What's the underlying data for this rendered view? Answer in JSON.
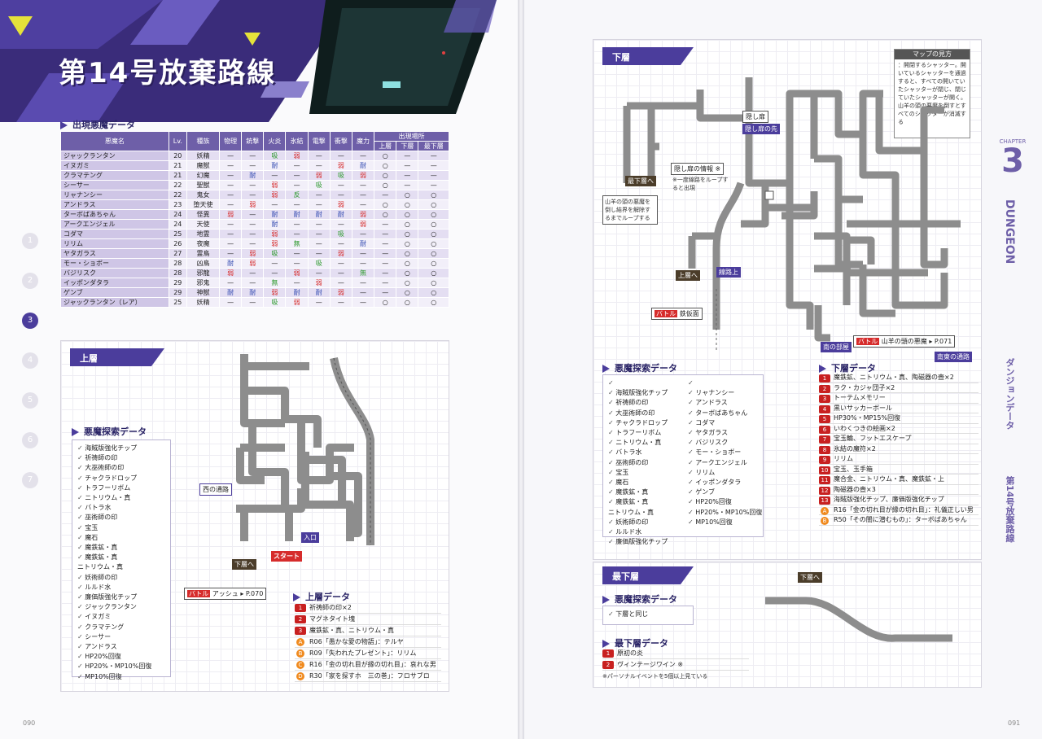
{
  "title": "第14号放棄路線",
  "appear_header": "出現悪魔データ",
  "table_headers": [
    "悪魔名",
    "Lv.",
    "種族",
    "物理",
    "銃撃",
    "火炎",
    "氷結",
    "電撃",
    "衝撃",
    "魔力",
    "出現場所",
    "上層",
    "下層",
    "最下層"
  ],
  "table_rows": [
    [
      "ジャックランタン",
      "20",
      "妖精",
      "—",
      "—",
      "吸",
      "弱",
      "—",
      "—",
      "—",
      "○",
      "—",
      "—"
    ],
    [
      "イヌガミ",
      "21",
      "魔獣",
      "—",
      "—",
      "耐",
      "—",
      "—",
      "弱",
      "耐",
      "○",
      "—",
      "—"
    ],
    [
      "クラマテング",
      "21",
      "幻魔",
      "—",
      "耐",
      "—",
      "—",
      "弱",
      "吸",
      "弱",
      "○",
      "—",
      "—"
    ],
    [
      "シーサー",
      "22",
      "聖獣",
      "—",
      "—",
      "弱",
      "—",
      "吸",
      "—",
      "—",
      "○",
      "—",
      "—"
    ],
    [
      "リャナンシー",
      "22",
      "鬼女",
      "—",
      "—",
      "弱",
      "反",
      "—",
      "—",
      "—",
      "—",
      "○",
      "○"
    ],
    [
      "アンドラス",
      "23",
      "堕天使",
      "—",
      "弱",
      "—",
      "—",
      "—",
      "弱",
      "—",
      "○",
      "○",
      "○"
    ],
    [
      "ターボばあちゃん",
      "24",
      "怪異",
      "弱",
      "—",
      "耐",
      "耐",
      "耐",
      "耐",
      "弱",
      "○",
      "○",
      "○"
    ],
    [
      "アークエンジェル",
      "24",
      "天使",
      "—",
      "—",
      "耐",
      "—",
      "—",
      "—",
      "弱",
      "—",
      "○",
      "○"
    ],
    [
      "コダマ",
      "25",
      "地霊",
      "—",
      "—",
      "弱",
      "—",
      "—",
      "吸",
      "—",
      "—",
      "○",
      "○"
    ],
    [
      "リリム",
      "26",
      "夜魔",
      "—",
      "—",
      "弱",
      "無",
      "—",
      "—",
      "耐",
      "—",
      "○",
      "○"
    ],
    [
      "ヤタガラス",
      "27",
      "霊鳥",
      "—",
      "弱",
      "吸",
      "—",
      "—",
      "弱",
      "—",
      "—",
      "○",
      "○"
    ],
    [
      "モー・ショボー",
      "28",
      "凶鳥",
      "耐",
      "弱",
      "—",
      "—",
      "吸",
      "—",
      "—",
      "—",
      "○",
      "○"
    ],
    [
      "バジリスク",
      "28",
      "邪龍",
      "弱",
      "—",
      "—",
      "弱",
      "—",
      "—",
      "無",
      "—",
      "○",
      "○"
    ],
    [
      "イッポンダタラ",
      "29",
      "邪鬼",
      "—",
      "—",
      "無",
      "—",
      "弱",
      "—",
      "—",
      "—",
      "○",
      "○"
    ],
    [
      "ゲンブ",
      "29",
      "神獣",
      "耐",
      "耐",
      "弱",
      "耐",
      "耐",
      "弱",
      "—",
      "—",
      "○",
      "○"
    ],
    [
      "ジャックランタン（レア）",
      "25",
      "妖精",
      "—",
      "—",
      "吸",
      "弱",
      "—",
      "—",
      "—",
      "○",
      "○",
      "○"
    ]
  ],
  "upper": {
    "tab": "上層",
    "search_header": "悪魔探索データ",
    "search_items": [
      "海賊版強化チップ",
      "祈祷師の印",
      "大巫術師の印",
      "チャクラドロップ",
      "トラフーリボム",
      "ニトリウム・真",
      "バトラ水",
      "巫術師の印",
      "宝玉",
      "魔石",
      "魔鉄鉱・真",
      "魔鉄鉱・真\nニトリウム・真",
      "妖術師の印",
      "ルルド水",
      "廉価版強化チップ",
      "ジャックランタン",
      "イヌガミ",
      "クラマテング",
      "シーサー",
      "アンドラス",
      "HP20%回復",
      "HP20%・MP10%回復",
      "MP10%回復"
    ],
    "data_header": "上層データ",
    "data_rows": [
      {
        "tag": "1",
        "text": "祈祷師の印×2"
      },
      {
        "tag": "2",
        "text": "マグネタイト塊"
      },
      {
        "tag": "3",
        "text": "魔鉄鉱・真、ニトリウム・真"
      },
      {
        "tag": "A",
        "text": "R06「愚かな愛の物語」：テルヤ"
      },
      {
        "tag": "B",
        "text": "R09「失われたプレゼント」：リリム"
      },
      {
        "tag": "C",
        "text": "R16「金の切れ目が縁の切れ目」：哀れな男"
      },
      {
        "tag": "D",
        "text": "R30「家を探すホ　三の巻」：フロサブロ"
      }
    ],
    "labels": {
      "west": "西の通路",
      "down": "下層へ",
      "start": "スタート",
      "entrance": "入口",
      "battle": "バトル",
      "battle_name": "アッシュ ▸ P.070"
    }
  },
  "lower": {
    "tab": "下層",
    "legend_title": "マップの見方",
    "legend_text": "：開閉するシャッター。開いているシャッターを通過すると、すべての開いていたシャッターが閉じ、閉じていたシャッターが開く。山羊の頭の悪魔を倒すとすべてのシャッターが消滅する",
    "labels": {
      "hidden_door": "隠し扉",
      "hidden_door_ahead": "隠し扉の先",
      "hidden_info": "隠し扉の情報 ※",
      "hidden_note": "※一度線路をループすると出現",
      "goat_note": "山羊の頭の悪魔を倒し結界を解除するまでループする",
      "to_bottom": "最下層へ",
      "line_up": "線路上",
      "to_upper": "上層へ",
      "battle": "バトル",
      "battle_name1": "鉄仮面",
      "south_room": "南の部屋",
      "battle_name2": "山羊の頭の悪魔 ▸ P.071",
      "se_passage": "南東の通路"
    },
    "search_header": "悪魔探索データ",
    "search_col1": [
      "海賊版強化チップ",
      "祈祷師の印",
      "大巫術師の印",
      "チャクラドロップ",
      "トラフーリボム",
      "ニトリウム・真",
      "バトラ水",
      "巫術師の印",
      "宝玉",
      "魔石",
      "魔鉄鉱・真",
      "魔鉄鉱・真\nニトリウム・真",
      "妖術師の印",
      "ルルド水",
      "廉価版強化チップ"
    ],
    "search_col2": [
      "リャナンシー",
      "アンドラス",
      "ターボばあちゃん",
      "コダマ",
      "ヤタガラス",
      "バジリスク",
      "モー・ショボー",
      "アークエンジェル",
      "リリム",
      "イッポンダタラ",
      "ゲンブ",
      "HP20%回復",
      "HP20%・MP10%回復",
      "MP10%回復"
    ],
    "data_header": "下層データ",
    "data_rows": [
      {
        "tag": "1",
        "text": "魔鉄鉱、ニトリウム・真、陶磁器の壺×2"
      },
      {
        "tag": "2",
        "text": "ラク・カジャ団子×2"
      },
      {
        "tag": "3",
        "text": "トーテムメモリー"
      },
      {
        "tag": "4",
        "text": "黒いサッカーボール"
      },
      {
        "tag": "5",
        "text": "HP30%・MP15%回復"
      },
      {
        "tag": "6",
        "text": "いわくつきの絵画×2"
      },
      {
        "tag": "7",
        "text": "宝玉輪、フットエスケープ"
      },
      {
        "tag": "8",
        "text": "氷結の魔符×2"
      },
      {
        "tag": "9",
        "text": "リリム"
      },
      {
        "tag": "10",
        "text": "宝玉、玉手箱"
      },
      {
        "tag": "11",
        "text": "魔合金、ニトリウム・真、魔鉄鉱・上"
      },
      {
        "tag": "12",
        "text": "陶磁器の壺×3"
      },
      {
        "tag": "13",
        "text": "海賊版強化チップ、廉価版強化チップ"
      },
      {
        "tag": "A",
        "text": "R16「金の切れ目が縁の切れ目」：礼儀正しい男"
      },
      {
        "tag": "B",
        "text": "R50「その闇に潜むもの」：ターボばあちゃん"
      }
    ]
  },
  "bottom": {
    "tab": "最下層",
    "search_header": "悪魔探索データ",
    "search_items": [
      "下層と同じ"
    ],
    "data_header": "最下層データ",
    "data_rows": [
      {
        "tag": "1",
        "text": "原初の炎"
      },
      {
        "tag": "2",
        "text": "ヴィンテージワイン ※"
      }
    ],
    "footnote": "※パーソナルイベントを5個以上見ている",
    "down_label": "下層へ"
  },
  "chapter": {
    "label": "CHAPTER",
    "num": "3",
    "word": "DUNGEON",
    "side1": "ダンジョンデータ",
    "side2": "第14号放棄路線"
  },
  "circles": [
    "1",
    "2",
    "3",
    "4",
    "5",
    "6",
    "7"
  ],
  "page_left": "090",
  "page_right": "091",
  "colors": {
    "accent": "#4b3d9c",
    "weak": "#d62c2c",
    "absorb": "#2e9a2e",
    "resist": "#3048b0"
  }
}
